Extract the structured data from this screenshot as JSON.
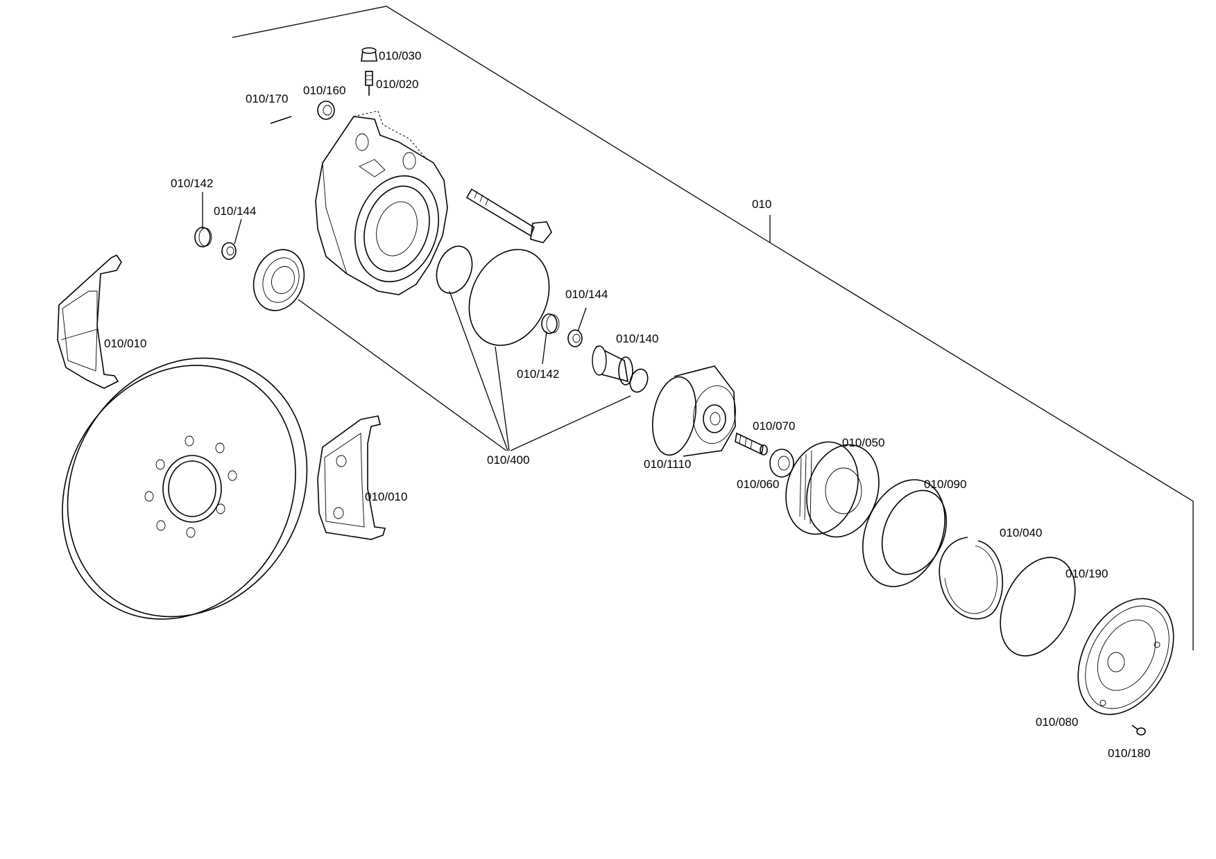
{
  "diagram": {
    "group_label": "010",
    "labels": {
      "l030": "010/030",
      "l020": "010/020",
      "l170": "010/170",
      "l160": "010/160",
      "l142a": "010/142",
      "l144a": "010/144",
      "l010a": "010/010",
      "l010b": "010/010",
      "l144b": "010/144",
      "l140": "010/140",
      "l142b": "010/142",
      "l400": "010/400",
      "l1110": "010/1110",
      "l070": "010/070",
      "l060": "010/060",
      "l050": "010/050",
      "l090": "010/090",
      "l040": "010/040",
      "l190": "010/190",
      "l080": "010/080",
      "l180": "010/180"
    }
  }
}
